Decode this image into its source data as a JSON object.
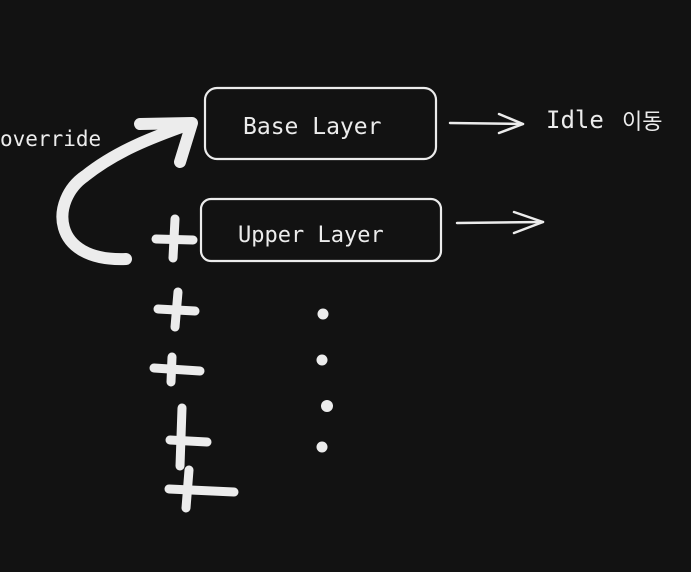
{
  "diagram": {
    "colors": {
      "background": "#121212",
      "stroke": "#ececec"
    },
    "labels": {
      "override": "override",
      "base_layer": "Base Layer",
      "upper_layer": "Upper Layer",
      "idle": "Idle",
      "move_korean": "이동"
    }
  }
}
